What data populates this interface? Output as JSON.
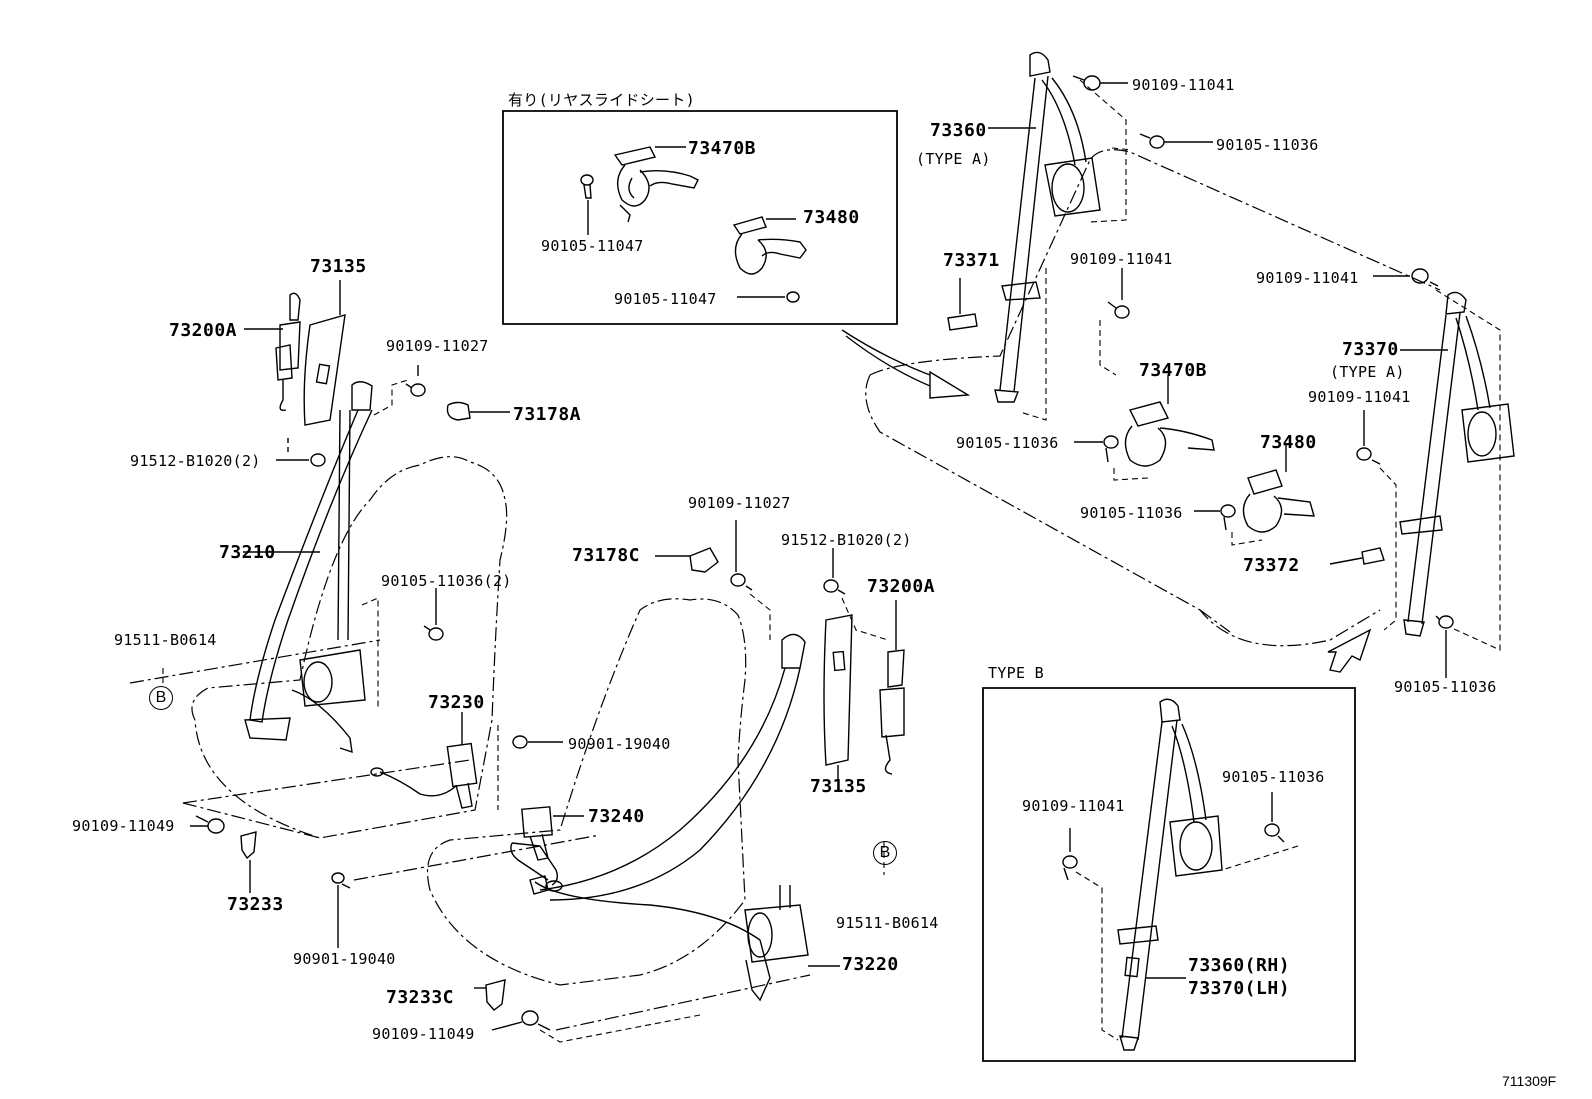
{
  "inset_top": {
    "title": "有り(リヤスライドシート)",
    "part_a": "73470B",
    "part_b": "73480",
    "bolt_a": "90105-11047",
    "bolt_b": "90105-11047"
  },
  "inset_type_b": {
    "title": "TYPE B",
    "bolt_a": "90109-11041",
    "bolt_b": "90105-11036",
    "part_rh": "73360(RH)",
    "part_lh": "73370(LH)"
  },
  "left_seat": {
    "p73135": "73135",
    "p73200A": "73200A",
    "b90109_11027": "90109-11027",
    "p73178A": "73178A",
    "b91512": "91512-B1020(2)",
    "p73210": "73210",
    "b90105_2": "90105-11036(2)",
    "b91511": "91511-B0614",
    "p73230": "73230",
    "b90901_a": "90901-19040",
    "b90109_11049": "90109-11049",
    "p73233": "73233"
  },
  "right_seat": {
    "b90109_11027": "90109-11027",
    "p73178C": "73178C",
    "b91512": "91512-B1020(2)",
    "p73200A": "73200A",
    "p73240": "73240",
    "p73135": "73135",
    "b91511": "91511-B0614",
    "b90901": "90901-19040",
    "p73220": "73220",
    "p73233C": "73233C",
    "b90109_11049": "90109-11049"
  },
  "rear": {
    "p73360": "73360",
    "type_a_1": "(TYPE A)",
    "b90109_a": "90109-11041",
    "b90105_a": "90105-11036",
    "p73371": "73371",
    "b90109_b": "90109-11041",
    "b90109_c": "90109-11041",
    "p73370": "73370",
    "type_a_2": "(TYPE A)",
    "b90109_d": "90109-11041",
    "p73470B": "73470B",
    "b90105_b": "90105-11036",
    "p73480": "73480",
    "b90105_c": "90105-11036",
    "p73372": "73372",
    "b90105_d": "90105-11036"
  },
  "marker_b": "B",
  "diagram_id": "711309F"
}
